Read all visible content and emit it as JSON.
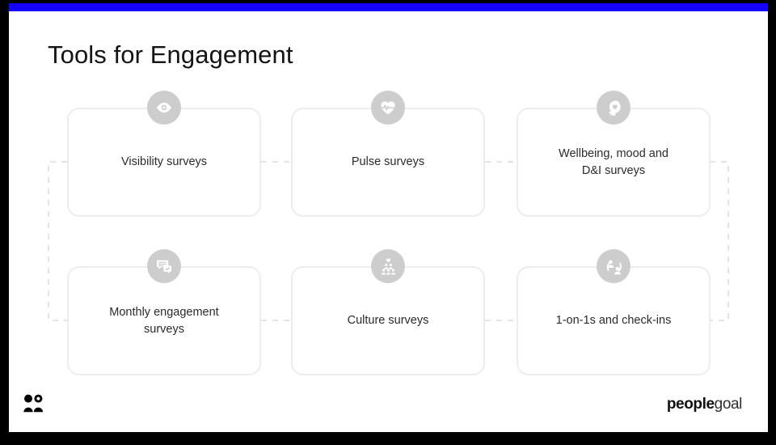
{
  "slide": {
    "title": "Tools for Engagement",
    "accent_color": "#1500ff",
    "canvas_color": "#ffffff",
    "background_color": "#000000",
    "card_border_color": "#ededed",
    "icon_badge_color": "#cdcdcd",
    "connector_color": "#e4e4e4",
    "text_color": "#2b2b2b"
  },
  "cards": [
    {
      "id": "visibility-surveys",
      "label": "Visibility surveys",
      "icon": "eye-icon"
    },
    {
      "id": "pulse-surveys",
      "label": "Pulse surveys",
      "icon": "heart-pulse-icon"
    },
    {
      "id": "wellbeing-mood-dandi-surveys",
      "label": "Wellbeing, mood and\nD&I surveys",
      "icon": "head-heart-icon"
    },
    {
      "id": "monthly-engagement-surveys",
      "label": "Monthly engagement\nsurveys",
      "icon": "chat-bubbles-check-icon"
    },
    {
      "id": "culture-surveys",
      "label": "Culture surveys",
      "icon": "people-group-heart-icon"
    },
    {
      "id": "one-on-ones-and-check-ins",
      "label": "1-on-1s and check-ins",
      "icon": "two-people-cycle-icon"
    }
  ],
  "footer": {
    "mark_icon": "people-mark-icon",
    "brand_primary": "people",
    "brand_secondary": "goal"
  }
}
